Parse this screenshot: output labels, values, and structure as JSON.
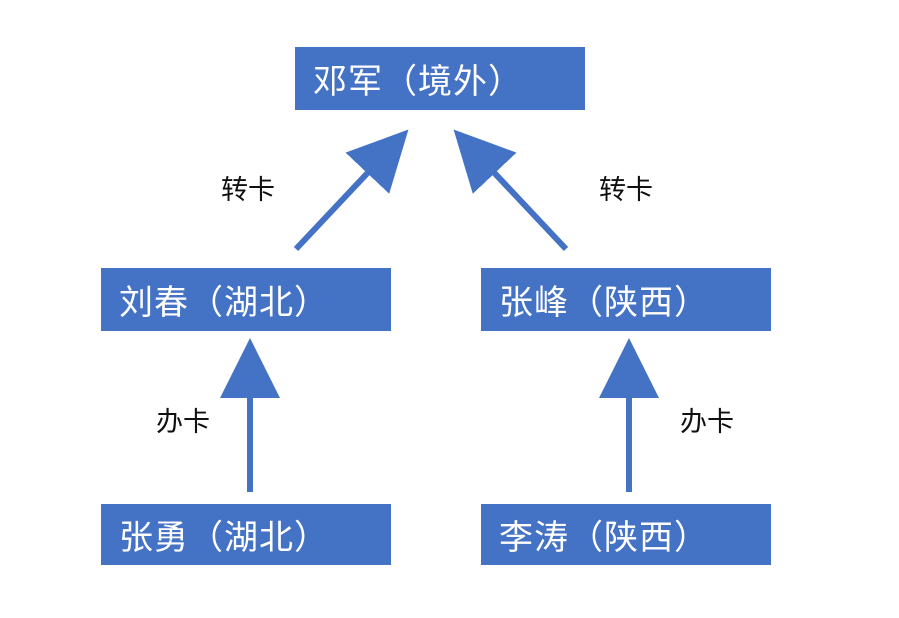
{
  "colors": {
    "node_fill": "#4472C4",
    "node_text": "#FFFFFF",
    "arrow": "#4472C4",
    "label_text": "#111111"
  },
  "nodes": {
    "top": "邓军（境外）",
    "mid_left": "刘春（湖北）",
    "mid_right": "张峰（陕西）",
    "bot_left": "张勇（湖北）",
    "bot_right": "李涛（陕西）"
  },
  "edges": {
    "mid_left_to_top": "转卡",
    "mid_right_to_top": "转卡",
    "bot_left_to_mid_left": "办卡",
    "bot_right_to_mid_right": "办卡"
  }
}
